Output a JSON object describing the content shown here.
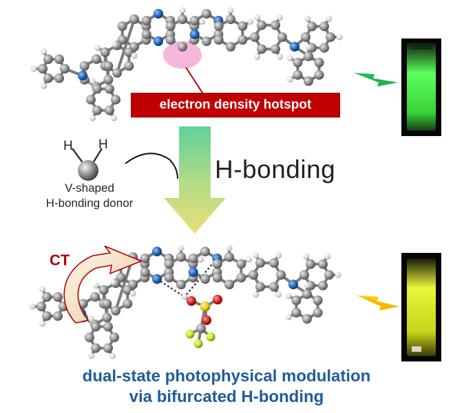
{
  "diagram": {
    "hotspot_label": "electron density hotspot",
    "hbond_label": "H-bonding",
    "donor_caption_line1": "V-shaped",
    "donor_caption_line2": "H-bonding donor",
    "donor_atom_label_1": "H",
    "donor_atom_label_2": "H",
    "ct_label": "CT",
    "caption_line1": "dual-state photophysical modulation",
    "caption_line2": "via bifurcated H-bonding"
  },
  "colors": {
    "hotspot_box": "#c00000",
    "caption": "#1f5c99",
    "arrow_top": "#5fd19a",
    "arrow_bottom": "#e8df7a",
    "emission_green": "#22c55e",
    "emission_yellow": "#f5b800",
    "carbon": "#8c8c8c",
    "nitrogen": "#1f63b8",
    "hydrogen": "#e6e6e6",
    "oxygen": "#d11f1f",
    "sulfur": "#e8c81e",
    "fluorine": "#b5e61d"
  }
}
